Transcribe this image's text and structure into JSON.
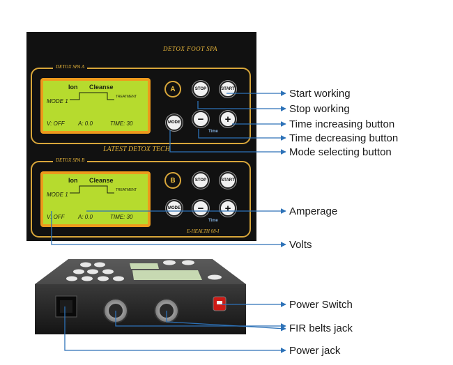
{
  "panel": {
    "title": "DETOX FOOT SPA",
    "middle_text": "LATEST DETOX TECH",
    "model_text": "E-HEALTH 08-I",
    "section_a": "DETOX SPA A",
    "section_b": "DETOX SPA B"
  },
  "lcd": {
    "ion": "Ion",
    "cleanse": "Cleanse",
    "mode": "MODE 1",
    "treatment": "TREATMENT",
    "volts": "V: OFF",
    "amps": "A: 0.0",
    "time": "TIME: 30"
  },
  "buttons": {
    "a": "A",
    "b": "B",
    "stop": "STOP",
    "start": "START",
    "mode": "MODE",
    "minus": "−",
    "plus": "+",
    "time": "Time"
  },
  "callouts": {
    "start_working": "Start working",
    "stop_working": "Stop working",
    "time_increasing": "Time increasing button",
    "time_decreasing": "Time decreasing button",
    "mode_selecting": "Mode selecting button",
    "amperage": "Amperage",
    "volts": "Volts",
    "power_switch": "Power Switch",
    "fir_belts_jack": "FIR belts jack",
    "power_jack": "Power jack"
  },
  "colors": {
    "panel": "#111111",
    "gold": "#d8a63a",
    "lcd": "#b6db2e",
    "lcd_border": "#ee9a1c",
    "callout_line": "#2d72b8",
    "power_switch": "#cc1b16"
  }
}
